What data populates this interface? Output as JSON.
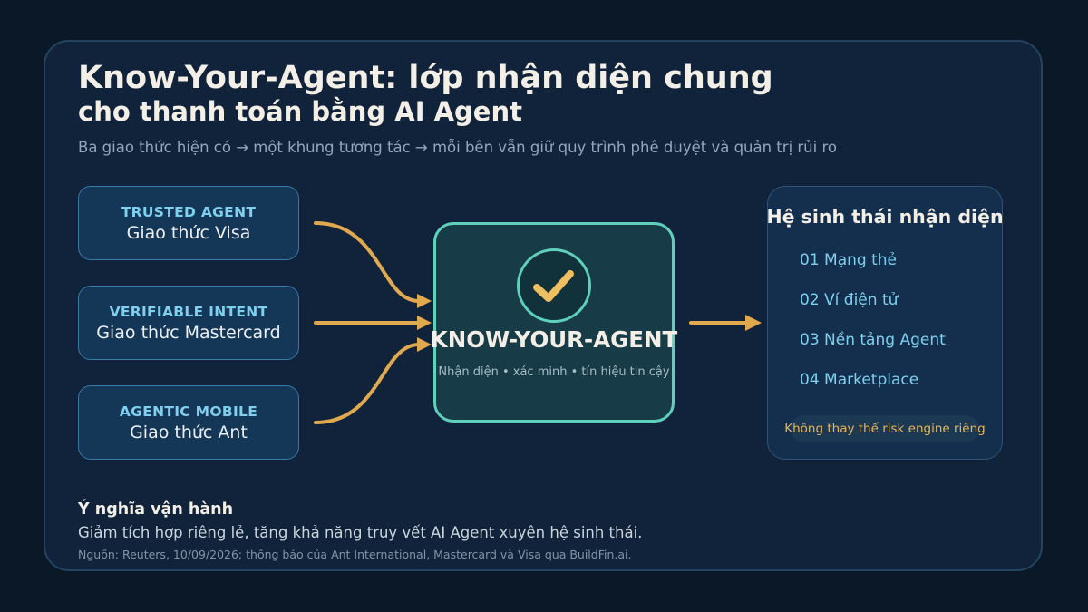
{
  "header": {
    "title_line1": "Know-Your-Agent: lớp nhận diện chung",
    "title_line2": "cho thanh toán bằng AI Agent",
    "subtitle": "Ba giao thức hiện có → một khung tương tác → mỗi bên vẫn giữ quy trình phê duyệt và quản trị rủi ro"
  },
  "protocols": [
    {
      "tag": "TRUSTED AGENT",
      "name": "Giao thức Visa"
    },
    {
      "tag": "VERIFIABLE INTENT",
      "name": "Giao thức Mastercard"
    },
    {
      "tag": "AGENTIC MOBILE",
      "name": "Giao thức Ant"
    }
  ],
  "center": {
    "icon": "checkmark-icon",
    "title": "KNOW-YOUR-AGENT",
    "subtitle": "Nhận diện • xác minh • tín hiệu tin cậy"
  },
  "ecosystem": {
    "title": "Hệ sinh thái nhận diện",
    "items": [
      "01 Mạng thẻ",
      "02 Ví điện tử",
      "03 Nền tảng Agent",
      "04 Marketplace"
    ],
    "note": "Không thay thế risk engine riêng"
  },
  "footer": {
    "heading": "Ý nghĩa vận hành",
    "text": "Giảm tích hợp riêng lẻ, tăng khả năng truy vết AI Agent xuyên hệ sinh thái.",
    "source": "Nguồn: Reuters, 10/09/2026; thông báo của Ant International, Mastercard và Visa qua BuildFin.ai."
  },
  "colors": {
    "background": "#0b1828",
    "card": "#10233a",
    "accent_teal": "#5fd0bb",
    "accent_gold": "#e0a94f",
    "label_blue": "#7fd0ef"
  }
}
